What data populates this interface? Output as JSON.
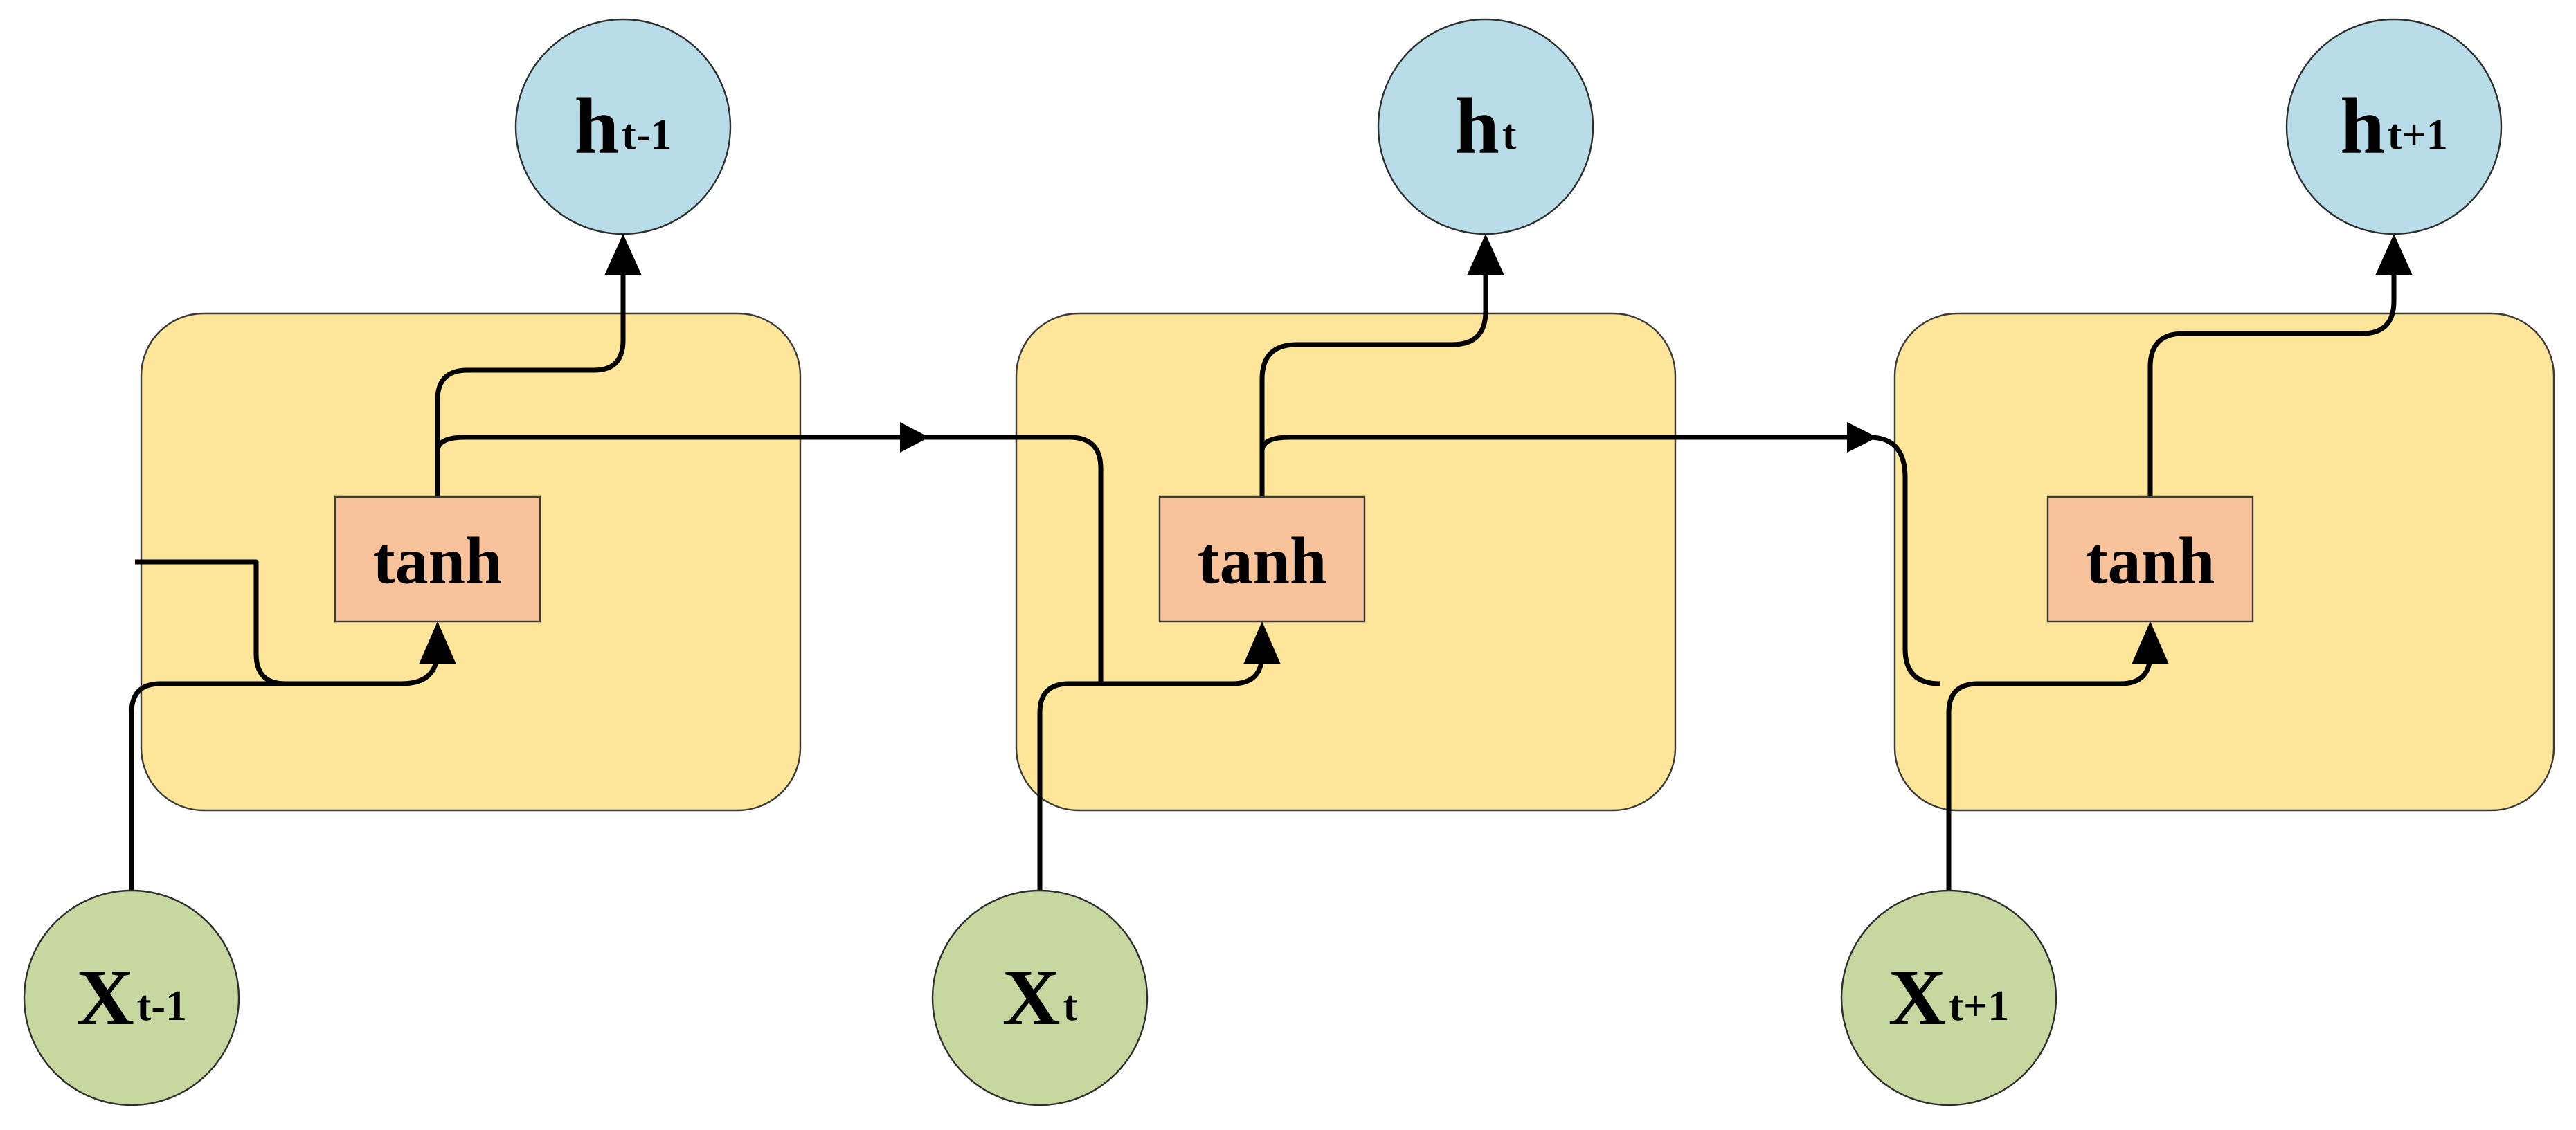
{
  "colors": {
    "cell_fill": "#fde59a",
    "tanh_fill": "#f8c39b",
    "output_node_fill": "#b8dde8",
    "input_node_fill": "#c6d89f",
    "line": "#000000"
  },
  "cells": [
    {
      "activation": "tanh",
      "output": {
        "symbol": "h",
        "subscript": "t-1"
      },
      "input": {
        "symbol": "X",
        "subscript": "t-1"
      }
    },
    {
      "activation": "tanh",
      "output": {
        "symbol": "h",
        "subscript": "t"
      },
      "input": {
        "symbol": "X",
        "subscript": "t"
      }
    },
    {
      "activation": "tanh",
      "output": {
        "symbol": "h",
        "subscript": "t+1"
      },
      "input": {
        "symbol": "X",
        "subscript": "t+1"
      }
    }
  ]
}
